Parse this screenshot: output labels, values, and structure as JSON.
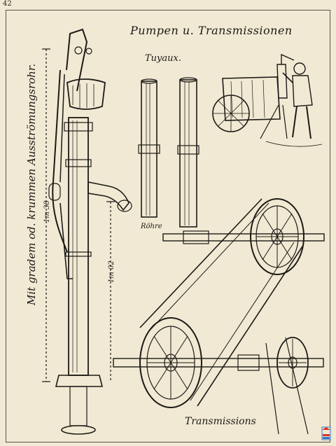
{
  "page": {
    "number": "42",
    "title": "Pumpen u. Transmissionen",
    "caption": "Mit gradem od. krummen Ausströmungsrohr.",
    "dimension_pump_height": "1m 38",
    "dimension_spout_height": "1m 02"
  },
  "sections": {
    "tuyaux_label": "Tuyaux.",
    "pipes_label": "Röhre",
    "transmissions_label": "Transmissions"
  },
  "colors": {
    "paper": "#f1e9d3",
    "ink": "#1d1a17",
    "logo_red": "#d9362b",
    "logo_blue": "#3b73c6"
  }
}
